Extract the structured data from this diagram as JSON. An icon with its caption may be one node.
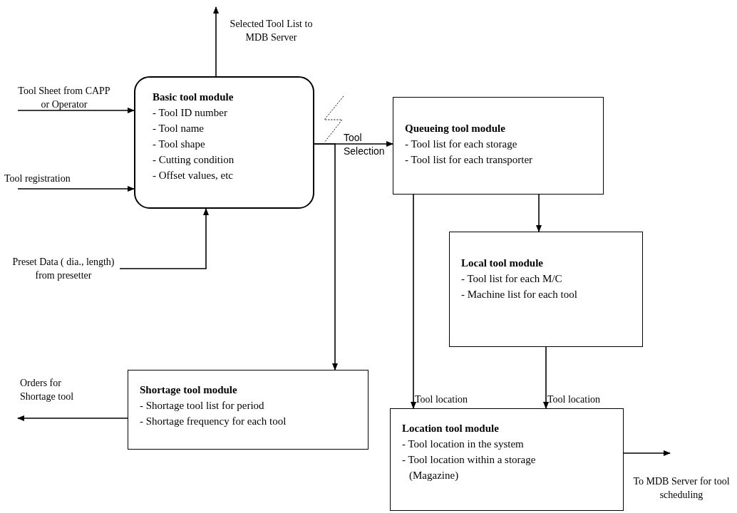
{
  "diagram": {
    "nodes": [
      {
        "text": [
          "Basic tool module",
          "- Tool ID number",
          "- Tool name",
          "- Tool shape",
          "- Cutting condition",
          "- Offset values, etc"
        ]
      },
      {
        "text": [
          "Queueing tool module",
          "- Tool list for each storage",
          "- Tool list for each transporter"
        ]
      },
      {
        "text": [
          "Local tool module",
          "- Tool list for each M/C",
          "- Machine list for each tool"
        ]
      },
      {
        "text": [
          "Shortage tool module",
          "- Shortage tool list for period",
          "- Shortage frequency for each tool"
        ]
      },
      {
        "text": [
          "Location tool module",
          "- Tool location in the system",
          "- Tool location within a storage (Magazine)"
        ]
      }
    ],
    "edges": [
      {
        "from": null,
        "to": 0,
        "arrow": "to",
        "label": "Tool Sheet from CAPP or Operator"
      },
      {
        "from": null,
        "to": 0,
        "arrow": "to",
        "label": "Tool registration"
      },
      {
        "from": null,
        "to": 0,
        "arrow": "to",
        "label": "Preset Data ( dia., length) from presetter"
      },
      {
        "from": 0,
        "to": null,
        "arrow": "to",
        "label": "Selected Tool List to MDB Server"
      },
      {
        "from": 0,
        "to": 1,
        "arrow": "to",
        "label": "Tool Selection"
      },
      {
        "from": 0,
        "to": 3,
        "arrow": "to"
      },
      {
        "from": 1,
        "to": 2,
        "arrow": "to"
      },
      {
        "from": 1,
        "to": 4,
        "arrow": "to",
        "label": "Tool location"
      },
      {
        "from": 2,
        "to": 4,
        "arrow": "to",
        "label": "Tool location"
      },
      {
        "from": 3,
        "to": null,
        "arrow": "to",
        "label": "Orders for Shortage tool"
      },
      {
        "from": 4,
        "to": null,
        "arrow": "to",
        "label": "To MDB Server for tool scheduling"
      }
    ]
  }
}
